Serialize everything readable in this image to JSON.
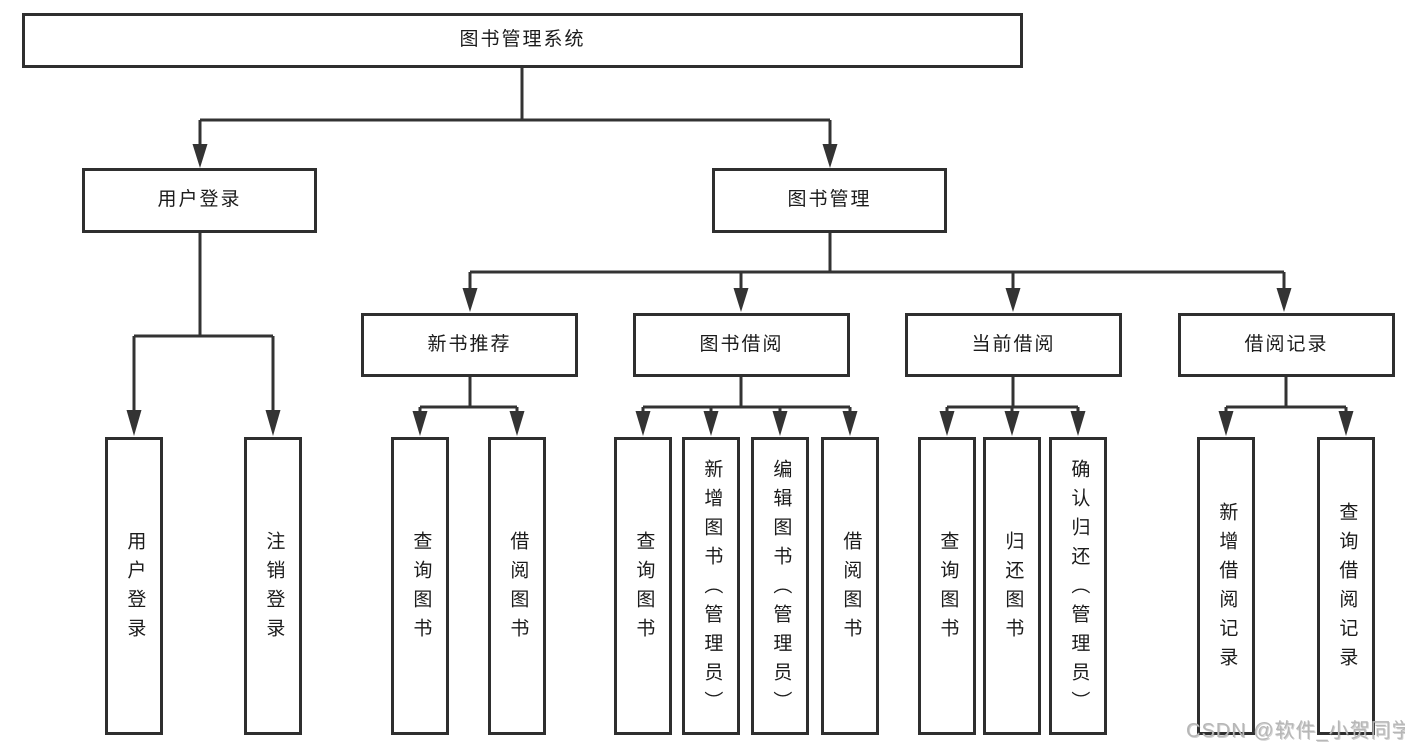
{
  "tree": {
    "root": {
      "label": "图书管理系统"
    },
    "branches": [
      {
        "label": "用户登录",
        "children": [
          {
            "label": "用户登录"
          },
          {
            "label": "注销登录"
          }
        ]
      },
      {
        "label": "图书管理",
        "children": [
          {
            "label": "新书推荐",
            "children": [
              {
                "label": "查询图书"
              },
              {
                "label": "借阅图书"
              }
            ]
          },
          {
            "label": "图书借阅",
            "children": [
              {
                "label": "查询图书"
              },
              {
                "label": "新增图书（管理员）"
              },
              {
                "label": "编辑图书（管理员）"
              },
              {
                "label": "借阅图书"
              }
            ]
          },
          {
            "label": "当前借阅",
            "children": [
              {
                "label": "查询图书"
              },
              {
                "label": "归还图书"
              },
              {
                "label": "确认归还（管理员）"
              }
            ]
          },
          {
            "label": "借阅记录",
            "children": [
              {
                "label": "新增借阅记录"
              },
              {
                "label": "查询借阅记录"
              }
            ]
          }
        ]
      }
    ]
  },
  "watermark": {
    "text": "CSDN @软件_小贺同学"
  },
  "colors": {
    "background": "#ffffff",
    "line": "#333333",
    "box_border": "#2f2f2f",
    "text": "#1b1b1b",
    "watermark": "#b7b7b7"
  }
}
